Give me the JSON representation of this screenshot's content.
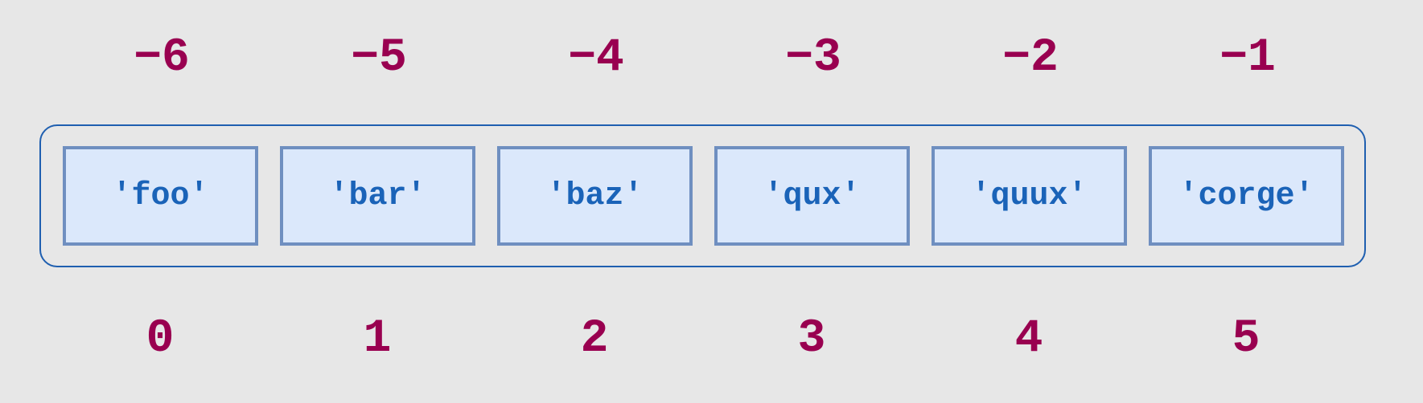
{
  "negative_indices": [
    "−6",
    "−5",
    "−4",
    "−3",
    "−2",
    "−1"
  ],
  "elements": [
    "'foo'",
    "'bar'",
    "'baz'",
    "'qux'",
    "'quux'",
    "'corge'"
  ],
  "positive_indices": [
    "0",
    "1",
    "2",
    "3",
    "4",
    "5"
  ],
  "colors": {
    "background": "#e7e7e7",
    "index_text": "#990050",
    "element_text": "#1a63b8",
    "cell_fill": "#dbe8fb",
    "cell_border": "#6f8fc0",
    "container_border": "#1f5fb0"
  }
}
